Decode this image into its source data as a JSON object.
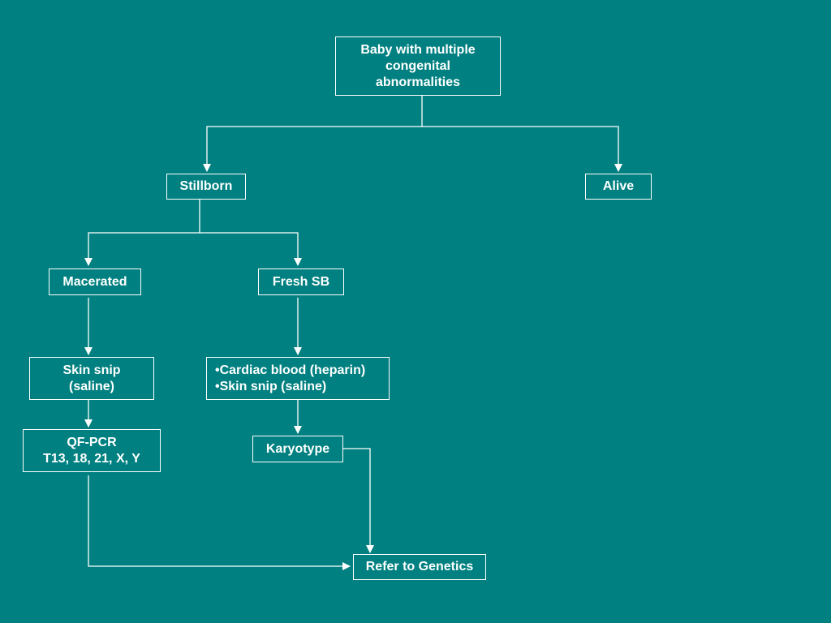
{
  "diagram": {
    "nodes": {
      "root": {
        "lines": [
          "Baby with multiple",
          "congenital",
          "abnormalities"
        ]
      },
      "stillborn": {
        "lines": [
          "Stillborn"
        ]
      },
      "alive": {
        "lines": [
          "Alive"
        ]
      },
      "macerated": {
        "lines": [
          "Macerated"
        ]
      },
      "fresh_sb": {
        "lines": [
          "Fresh SB"
        ]
      },
      "skin_snip": {
        "lines": [
          "Skin snip",
          "(saline)"
        ]
      },
      "cardiac": {
        "lines": [
          "•Cardiac blood (heparin)",
          "•Skin snip (saline)"
        ]
      },
      "qfpcr": {
        "lines": [
          "QF-PCR",
          "T13, 18, 21, X, Y"
        ]
      },
      "karyotype": {
        "lines": [
          "Karyotype"
        ]
      },
      "refer": {
        "lines": [
          "Refer to Genetics"
        ]
      }
    },
    "edges": [
      {
        "from": "root",
        "to": "stillborn"
      },
      {
        "from": "root",
        "to": "alive"
      },
      {
        "from": "stillborn",
        "to": "macerated"
      },
      {
        "from": "stillborn",
        "to": "fresh_sb"
      },
      {
        "from": "macerated",
        "to": "skin_snip"
      },
      {
        "from": "fresh_sb",
        "to": "cardiac"
      },
      {
        "from": "skin_snip",
        "to": "qfpcr"
      },
      {
        "from": "cardiac",
        "to": "karyotype"
      },
      {
        "from": "qfpcr",
        "to": "refer"
      },
      {
        "from": "karyotype",
        "to": "refer"
      }
    ],
    "colors": {
      "background": "#008080",
      "line": "#ffffff",
      "text": "#ffffff"
    }
  }
}
